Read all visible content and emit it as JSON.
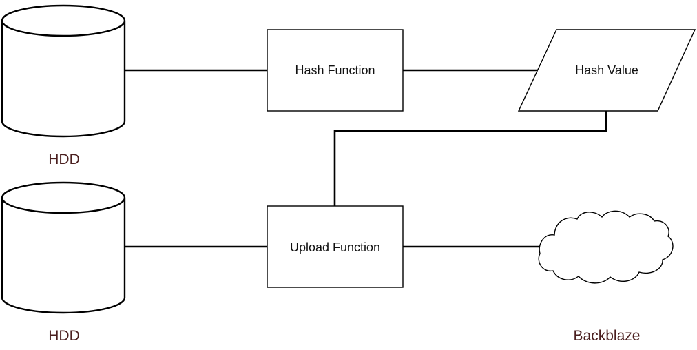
{
  "colors": {
    "caption": "#4a1f1f",
    "stroke": "#000000",
    "fill": "#ffffff"
  },
  "nodes": {
    "hdd_top": {
      "label": "HDD",
      "icon": "cylinder-icon"
    },
    "hdd_bottom": {
      "label": "HDD",
      "icon": "cylinder-icon"
    },
    "hash_function": {
      "label": "Hash Function"
    },
    "hash_value": {
      "label": "Hash Value"
    },
    "upload_function": {
      "label": "Upload Function"
    },
    "backblaze": {
      "label": "Backblaze",
      "icon": "cloud-icon"
    }
  },
  "edges": [
    {
      "from": "hdd_top",
      "to": "hash_function"
    },
    {
      "from": "hash_function",
      "to": "hash_value"
    },
    {
      "from": "hash_value",
      "to": "upload_function"
    },
    {
      "from": "hdd_bottom",
      "to": "upload_function"
    },
    {
      "from": "upload_function",
      "to": "backblaze"
    }
  ]
}
